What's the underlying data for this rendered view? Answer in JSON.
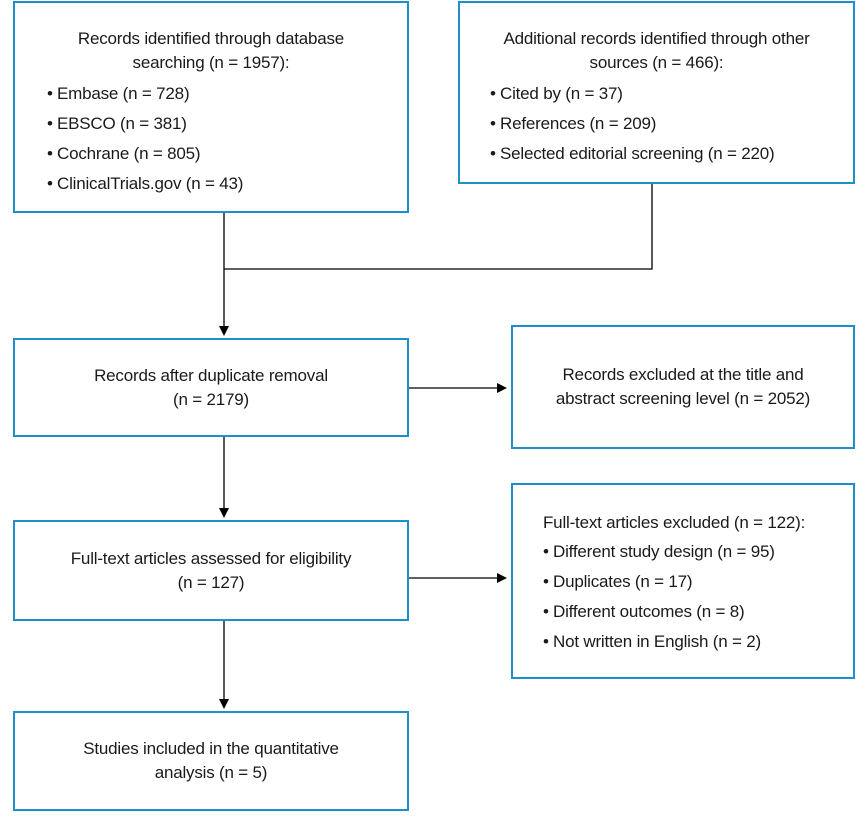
{
  "boxes": {
    "identified": {
      "title_line1": "Records identified through database",
      "title_line2": "searching (n = 1957):",
      "items": [
        "Embase (n = 728)",
        "EBSCO (n = 381)",
        "Cochrane (n = 805)",
        "ClinicalTrials.gov (n = 43)"
      ]
    },
    "additional": {
      "title_line1": "Additional records identified through other",
      "title_line2": "sources (n = 466):",
      "items": [
        "Cited by (n = 37)",
        "References (n = 209)",
        "Selected editorial screening (n = 220)"
      ]
    },
    "after_duplicates": {
      "line1": "Records after duplicate removal",
      "line2": "(n = 2179)"
    },
    "excluded_title": {
      "line1": "Records excluded at the title and",
      "line2": "abstract screening level (n = 2052)"
    },
    "assessed": {
      "line1": "Full-text articles assessed for eligibility",
      "line2": "(n = 127)"
    },
    "excluded_fulltext": {
      "title": "Full-text articles excluded (n = 122):",
      "items": [
        "Different study design (n = 95)",
        "Duplicates (n = 17)",
        "Different outcomes (n = 8)",
        "Not written in English (n = 2)"
      ]
    },
    "included": {
      "line1": "Studies included in the quantitative",
      "line2": "analysis (n = 5)"
    }
  },
  "colors": {
    "box_border": "#1f8fc9",
    "arrow": "#000000",
    "text": "#1a1a1a"
  }
}
